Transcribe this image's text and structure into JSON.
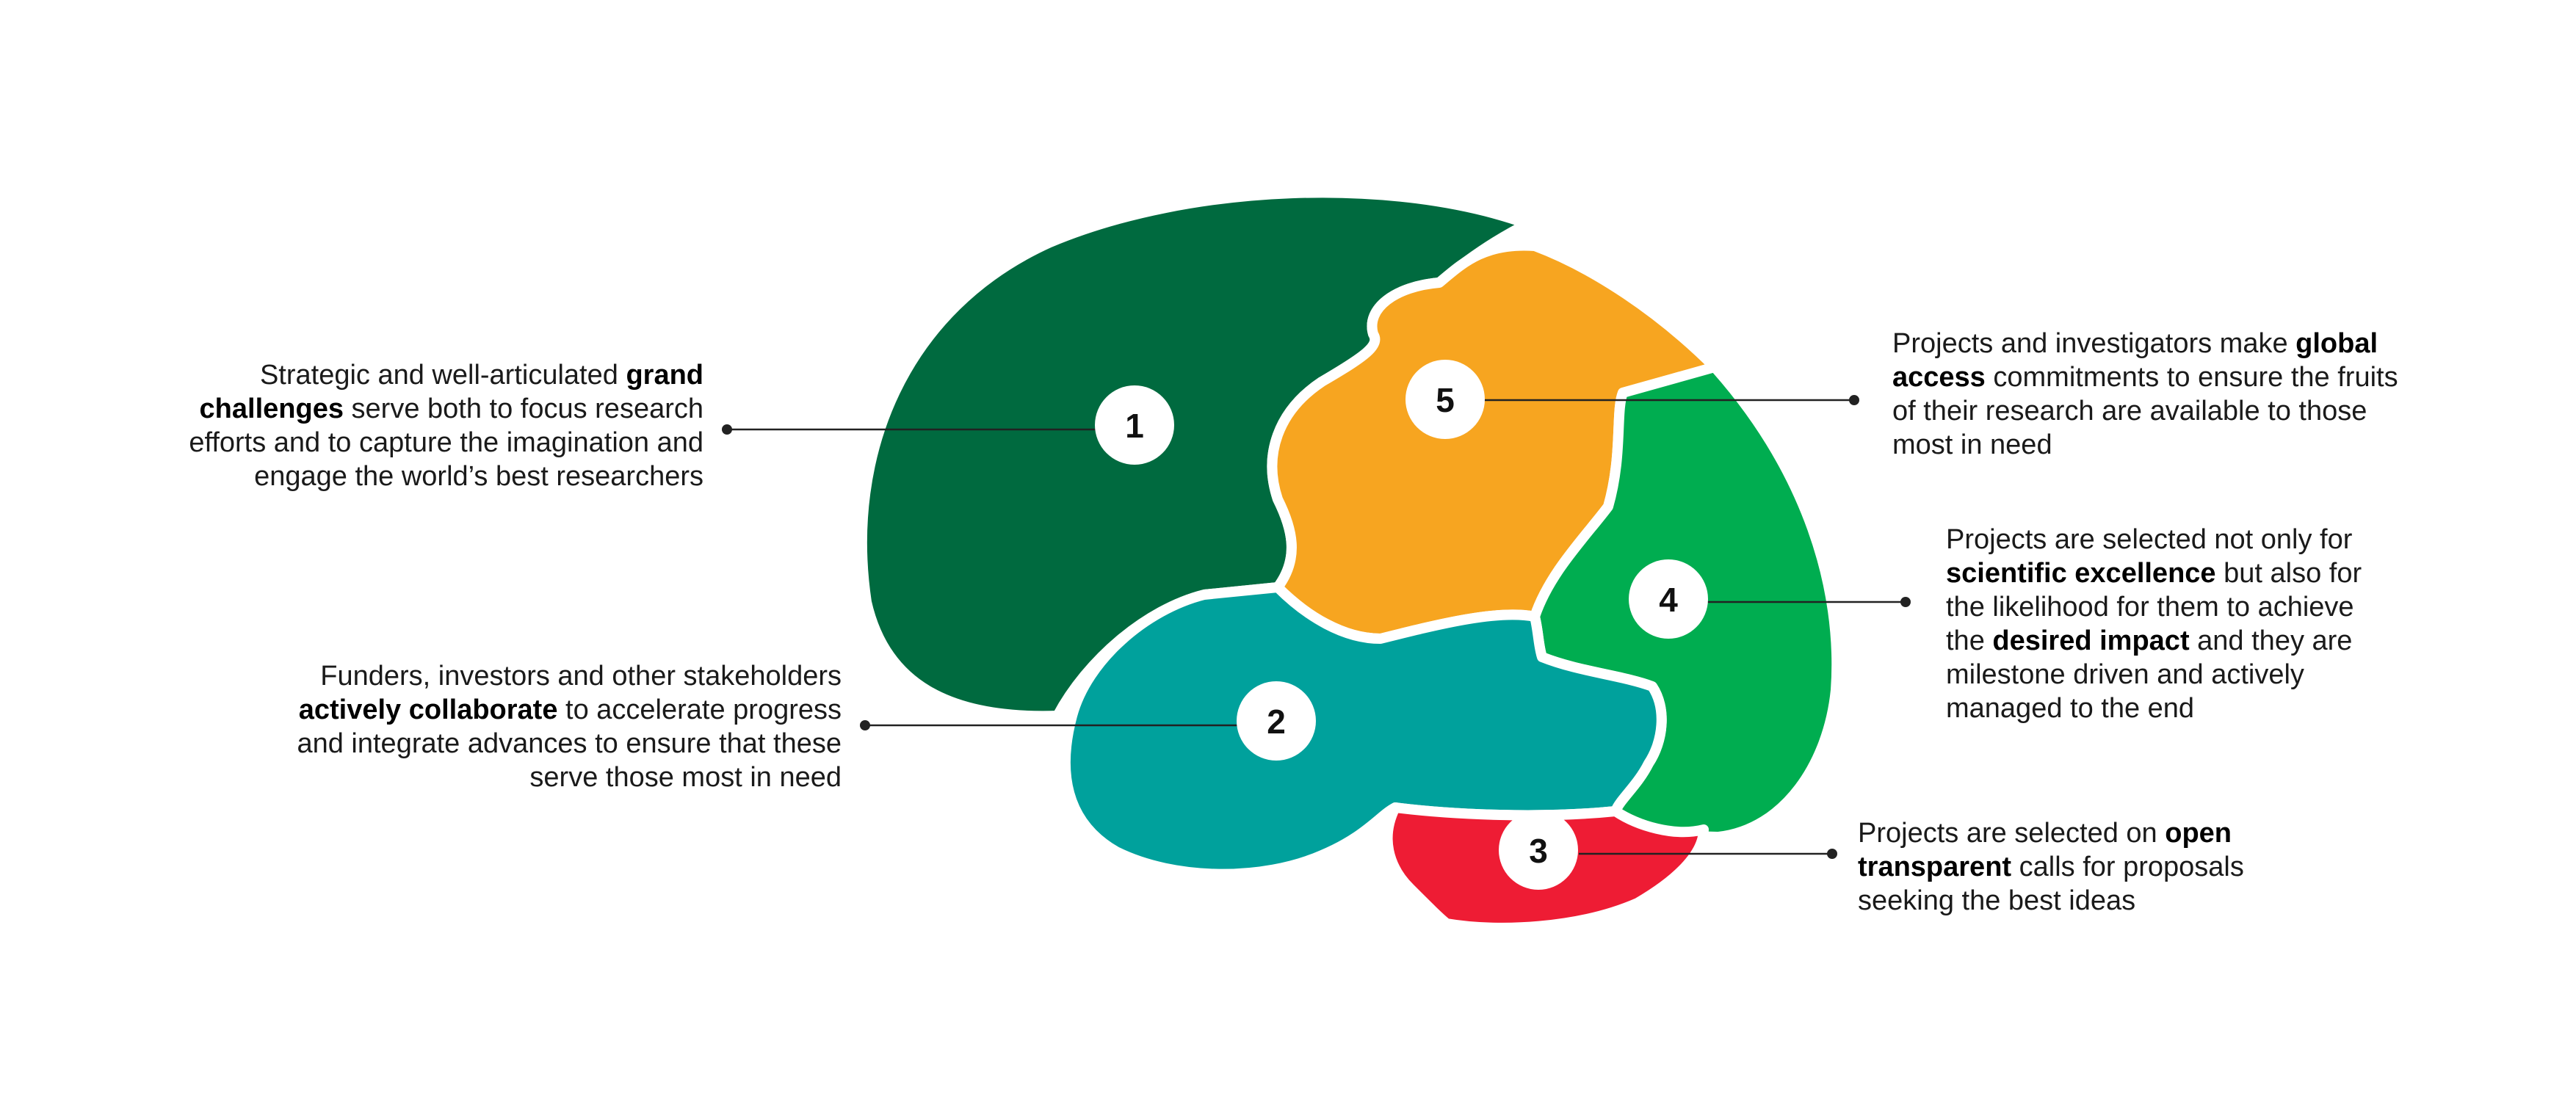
{
  "colors": {
    "lobe_1": "#006A3F",
    "lobe_2": "#00A19C",
    "lobe_3": "#EE1C34",
    "lobe_4": "#00AD50",
    "lobe_5": "#F7A520"
  },
  "badges": [
    "1",
    "2",
    "3",
    "4",
    "5"
  ],
  "callouts": {
    "c1": [
      [
        "Strategic and well-articulated ",
        "grand"
      ],
      [
        "challenges",
        " serve both to focus research"
      ],
      [
        "",
        "efforts and to capture the imagination and"
      ],
      [
        "",
        "engage the world’s best researchers"
      ]
    ],
    "c2": [
      [
        "",
        "Funders, investors and other stakeholders"
      ],
      [
        "actively collaborate",
        " to accelerate progress"
      ],
      [
        "",
        "and integrate advances to ensure that these"
      ],
      [
        "",
        "serve those most in need"
      ]
    ],
    "c3": [
      [
        "Projects are selected on ",
        "open"
      ],
      [
        "transparent",
        " calls for proposals"
      ],
      [
        "",
        "seeking the best ideas"
      ]
    ],
    "c4": [
      [
        "",
        "Projects are selected not only for"
      ],
      [
        "scientific excellence",
        " but also for"
      ],
      [
        "",
        "the likelihood for them to achieve"
      ],
      [
        "the ",
        "desired impact",
        " and they are"
      ],
      [
        "",
        "milestone driven and actively"
      ],
      [
        "",
        "managed to the end"
      ]
    ],
    "c5": [
      [
        "Projects and investigators make ",
        "global"
      ],
      [
        "access",
        " commitments to ensure the fruits"
      ],
      [
        "",
        "of their research are available to those"
      ],
      [
        "",
        "most in need"
      ]
    ]
  }
}
